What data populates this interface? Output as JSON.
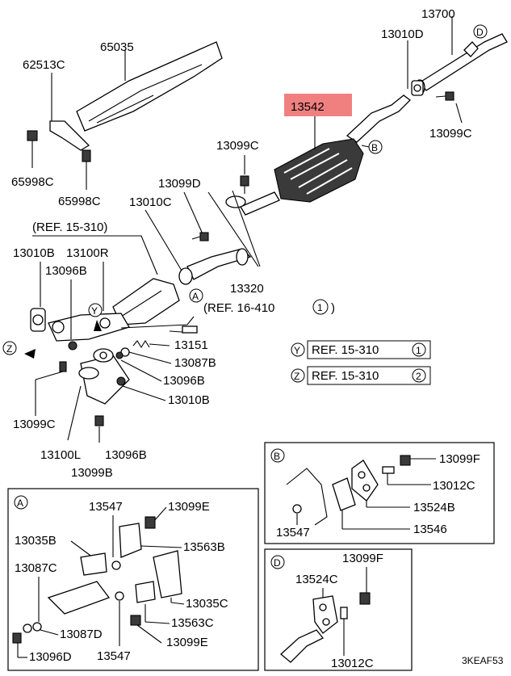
{
  "labels": {
    "p13700": "13700",
    "p13010D": "13010D",
    "pD_top": "D",
    "p65035": "65035",
    "p62513C": "62513C",
    "p13542": "13542",
    "p13099C_r": "13099C",
    "p13099C_m": "13099C",
    "pB_top": "B",
    "p65998C_l": "65998C",
    "p65998C_b": "65998C",
    "p13099D": "13099D",
    "p13010C": "13010C",
    "pREF15310": "(REF. 15-310)",
    "p13320": "13320",
    "pA_mid": "A",
    "p13010B": "13010B",
    "p13100R": "13100R",
    "p13096B_t": "13096B",
    "pY": "Y",
    "pREF16410": "(REF. 16-410",
    "pREF16410_n": "1",
    "pREF16410_close": ")",
    "pZ": "Z",
    "p13151": "13151",
    "p13087B": "13087B",
    "p13096B_m": "13096B",
    "p13010B_b": "13010B",
    "p13099C_l": "13099C",
    "p13100L": "13100L",
    "p13096B_b": "13096B",
    "p13099B": "13099B",
    "refY_letter": "Y",
    "refY_text": "REF. 15-310",
    "refY_num": "1",
    "refZ_letter": "Z",
    "refZ_text": "REF. 15-310",
    "refZ_num": "2",
    "boxA": {
      "letter": "A",
      "p13547_t": "13547",
      "p13099E_t": "13099E",
      "p13035B": "13035B",
      "p13563B": "13563B",
      "p13087C": "13087C",
      "p13035C": "13035C",
      "p13087D": "13087D",
      "p13563C": "13563C",
      "p13096D": "13096D",
      "p13547_b": "13547",
      "p13099E_b": "13099E"
    },
    "boxB": {
      "letter": "B",
      "p13099F": "13099F",
      "p13012C": "13012C",
      "p13524B": "13524B",
      "p13547": "13547",
      "p13546": "13546"
    },
    "boxD": {
      "letter": "D",
      "p13099F": "13099F",
      "p13524C": "13524C",
      "p13012C": "13012C"
    },
    "code": "3KEAF53"
  },
  "colors": {
    "highlight": "#f08080",
    "ink": "#000000",
    "shade": "#3a3a3a"
  }
}
